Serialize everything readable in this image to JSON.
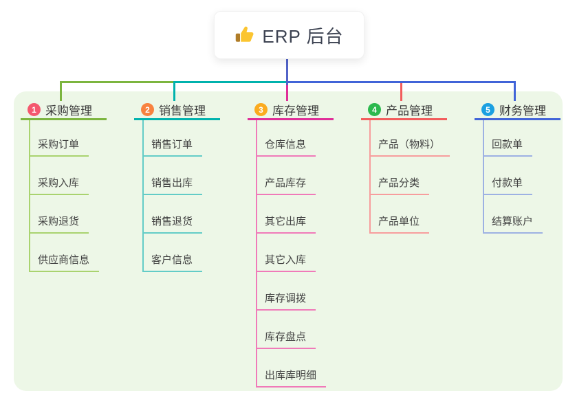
{
  "root": {
    "title": "ERP 后台",
    "icon": "thumbs-up-icon",
    "trunk_color": "#5263c8"
  },
  "panel_bg": "#edf7e7",
  "branches": [
    {
      "badge": "1",
      "badge_color": "#f4586e",
      "line_color": "#7cb53f",
      "child_line_color": "#a9d36f",
      "label": "采购管理",
      "children": [
        "采购订单",
        "采购入库",
        "采购退货",
        "供应商信息"
      ]
    },
    {
      "badge": "2",
      "badge_color": "#f8823f",
      "line_color": "#00b2ad",
      "child_line_color": "#63ccc7",
      "label": "销售管理",
      "children": [
        "销售订单",
        "销售出库",
        "销售退货",
        "客户信息"
      ]
    },
    {
      "badge": "3",
      "badge_color": "#fbab1f",
      "line_color": "#e02d98",
      "child_line_color": "#f07ab9",
      "label": "库存管理",
      "children": [
        "仓库信息",
        "产品库存",
        "其它出库",
        "其它入库",
        "库存调拨",
        "库存盘点",
        "出库库明细"
      ]
    },
    {
      "badge": "4",
      "badge_color": "#2cb94e",
      "line_color": "#f25c5c",
      "child_line_color": "#f79d9d",
      "label": "产品管理",
      "children": [
        "产品（物料）",
        "产品分类",
        "产品单位"
      ]
    },
    {
      "badge": "5",
      "badge_color": "#1ba0e1",
      "line_color": "#4164d8",
      "child_line_color": "#9db1e3",
      "label": "财务管理",
      "children": [
        "回款单",
        "付款单",
        "结算账户"
      ]
    }
  ]
}
